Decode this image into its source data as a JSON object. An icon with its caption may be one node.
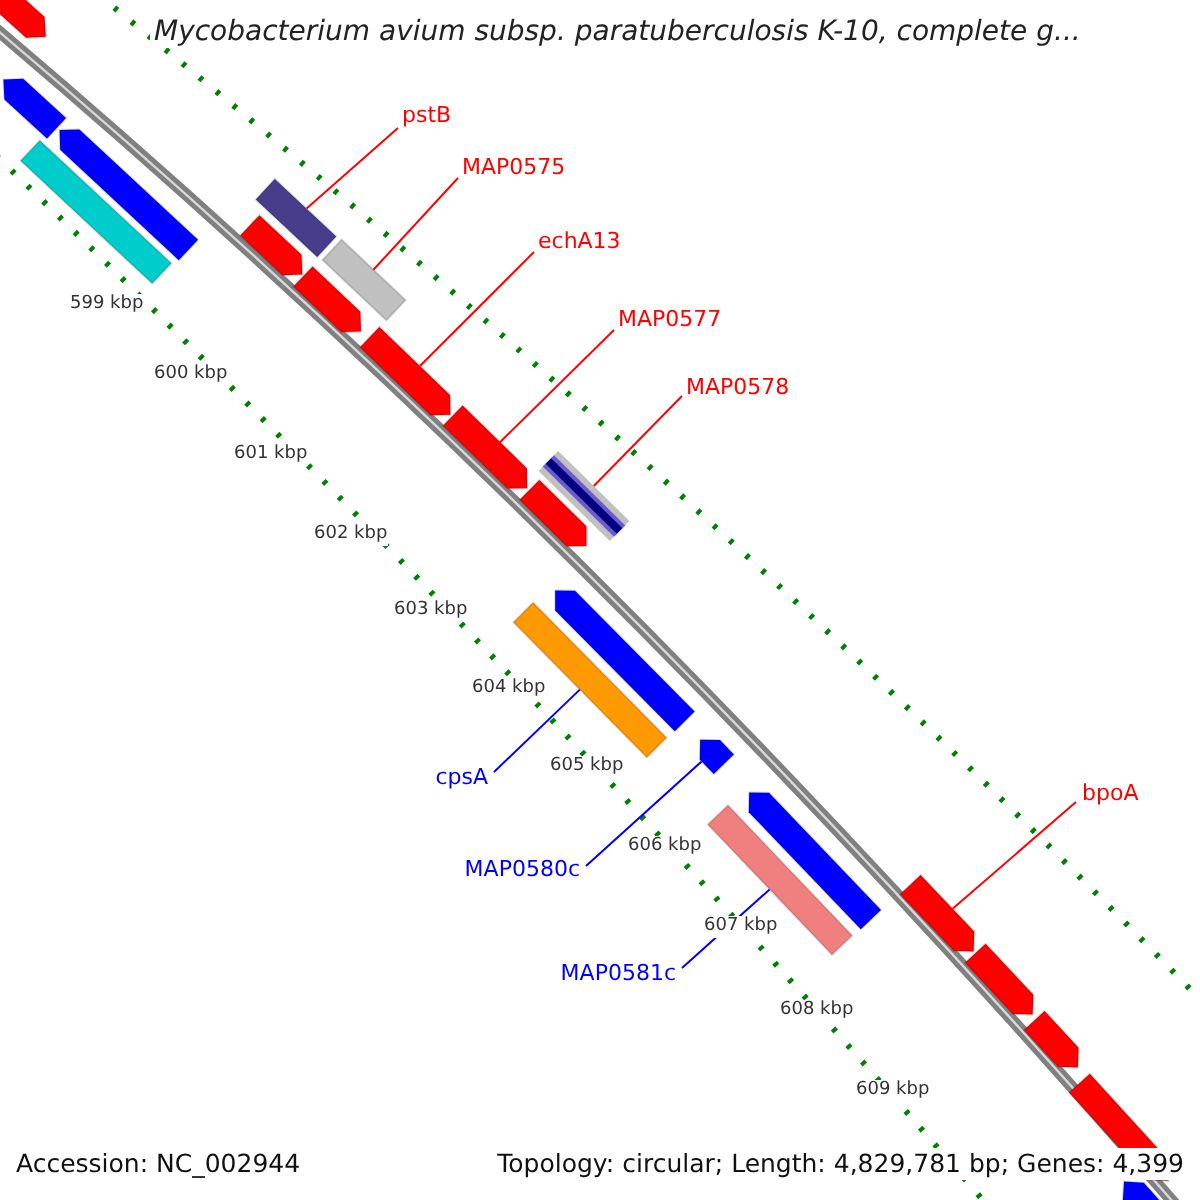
{
  "diagram": {
    "title": "Mycobacterium avium subsp. paratuberculosis K-10, complete g...",
    "nodes": [
      {
        "text": [
          "pstB"
        ]
      },
      {
        "text": [],
        "shape": "bar"
      },
      {
        "text": [
          "MAP0575"
        ]
      },
      {
        "text": [],
        "shape": "bar"
      },
      {
        "text": [
          "echA13"
        ]
      },
      {
        "text": [],
        "shape": "pentagon"
      },
      {
        "text": [
          "MAP0577"
        ]
      },
      {
        "text": [],
        "shape": "pentagon"
      },
      {
        "text": [
          "MAP0578"
        ]
      },
      {
        "text": [],
        "shape": "bar"
      },
      {
        "text": [
          "cpsA"
        ]
      },
      {
        "text": [],
        "shape": "bar"
      },
      {
        "text": [
          "MAP0580c"
        ]
      },
      {
        "text": [],
        "shape": "pentagon"
      },
      {
        "text": [
          "MAP0581c"
        ]
      },
      {
        "text": [],
        "shape": "bar"
      },
      {
        "text": [
          "bpoA"
        ]
      },
      {
        "text": [],
        "shape": "pentagon"
      },
      {
        "text": [],
        "shape": "pentagon"
      },
      {
        "text": [],
        "shape": "pentagon"
      },
      {
        "text": [],
        "shape": "pentagon"
      },
      {
        "text": [],
        "shape": "bar"
      },
      {
        "text": [],
        "shape": "pentagon"
      },
      {
        "text": [],
        "shape": "pentagon"
      },
      {
        "text": [],
        "shape": "pentagon"
      },
      {
        "text": [],
        "shape": "pentagon"
      },
      {
        "text": [],
        "shape": "pentagon"
      },
      {
        "text": [],
        "shape": "pentagon"
      },
      {
        "text": [],
        "shape": "pentagon"
      },
      {
        "text": [],
        "shape": "pentagon"
      },
      {
        "text": [],
        "shape": "pentagon"
      }
    ],
    "edges": [
      {
        "from": 0,
        "to": 1,
        "arrow": "none"
      },
      {
        "from": 2,
        "to": 3,
        "arrow": "none"
      },
      {
        "from": 4,
        "to": 5,
        "arrow": "none"
      },
      {
        "from": 6,
        "to": 7,
        "arrow": "none"
      },
      {
        "from": 8,
        "to": 9,
        "arrow": "none"
      },
      {
        "from": 10,
        "to": 11,
        "arrow": "none",
        "color": "#0000ff"
      },
      {
        "from": 12,
        "to": 13,
        "arrow": "none",
        "color": "#0000ff"
      },
      {
        "from": 14,
        "to": 15,
        "arrow": "none",
        "color": "#0000ff"
      },
      {
        "from": 16,
        "to": 17,
        "arrow": "none"
      }
    ],
    "labels": [
      "599 kbp",
      "600 kbp",
      "601 kbp",
      "602 kbp",
      "603 kbp",
      "604 kbp",
      "605 kbp",
      "606 kbp",
      "607 kbp",
      "608 kbp",
      "609 kbp",
      "Accession: NC_002944",
      "Topology: circular; Length: 4,829,781 bp; Genes: 4,399"
    ]
  }
}
